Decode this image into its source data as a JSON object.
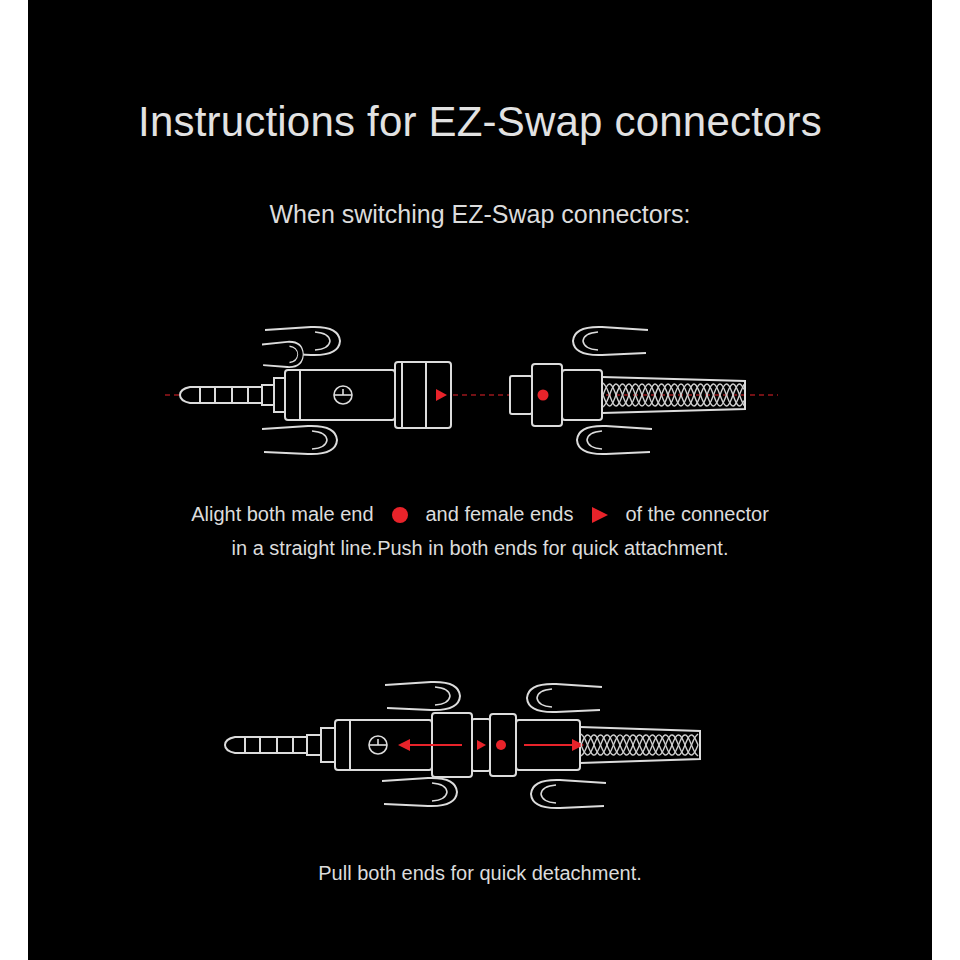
{
  "diagram": {
    "title": "Instructions for EZ-Swap connectors",
    "labels": [
      "When switching EZ-Swap connectors:",
      "Alight both male end",
      "and female ends",
      "of the connector",
      "in a straight line.Push in both ends for quick attachment.",
      "Pull both ends for quick detachment."
    ]
  }
}
